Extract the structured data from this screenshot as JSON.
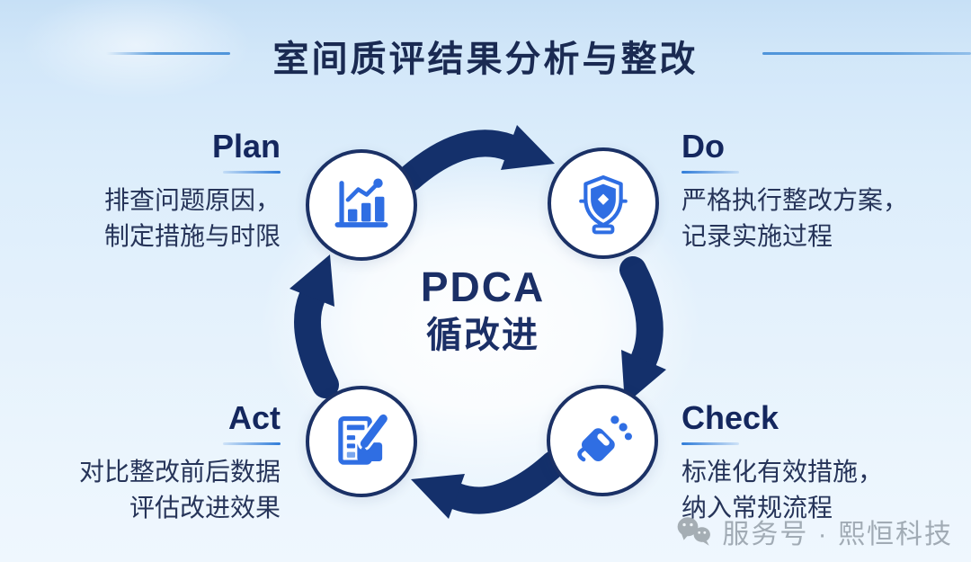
{
  "title": "室间质评结果分析与整改",
  "center": {
    "line1": "PDCA",
    "line2": "循改进"
  },
  "stages": [
    {
      "id": "plan",
      "label": "Plan",
      "desc_line1": "排查问题原因，",
      "desc_line2": "制定措施与时限",
      "icon": "bar-chart-icon"
    },
    {
      "id": "do",
      "label": "Do",
      "desc_line1": "严格执行整改方案，",
      "desc_line2": "记录实施过程",
      "icon": "shield-icon"
    },
    {
      "id": "check",
      "label": "Check",
      "desc_line1": "标准化有效措施，",
      "desc_line2": "纳入常规流程",
      "icon": "tag-icon"
    },
    {
      "id": "act",
      "label": "Act",
      "desc_line1": "对比整改前后数据",
      "desc_line2": "评估改进效果",
      "icon": "edit-doc-icon"
    }
  ],
  "cycle_direction": "clockwise",
  "watermark": {
    "icon": "wechat-icon",
    "text": "服务号 · 熙恒科技"
  },
  "colors": {
    "navy_arrow": "#14306b",
    "navy_text": "#1a2a52",
    "icon_blue": "#2f6ee3",
    "underline_blue": "#2f7cd9",
    "bg_top": "#c7e0f6",
    "watermark_gray": "#848f99"
  }
}
